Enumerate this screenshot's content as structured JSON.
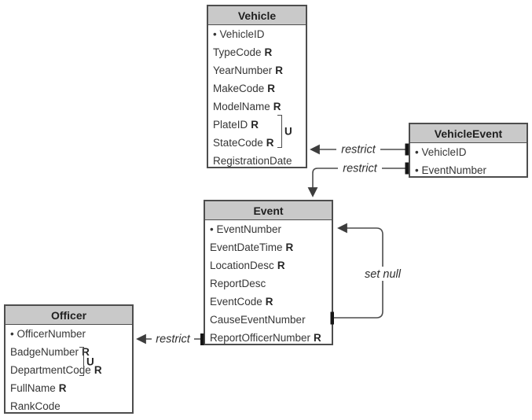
{
  "entities": {
    "vehicle": {
      "title": "Vehicle",
      "unique_label": "U",
      "attributes": [
        {
          "prefix": "• ",
          "name": "VehicleID",
          "flag": ""
        },
        {
          "prefix": "",
          "name": "TypeCode",
          "flag": "R"
        },
        {
          "prefix": "",
          "name": "YearNumber",
          "flag": "R"
        },
        {
          "prefix": "",
          "name": "MakeCode",
          "flag": "R"
        },
        {
          "prefix": "",
          "name": "ModelName",
          "flag": "R"
        },
        {
          "prefix": "",
          "name": "PlateID",
          "flag": "R"
        },
        {
          "prefix": "",
          "name": "StateCode",
          "flag": "R"
        },
        {
          "prefix": "",
          "name": "RegistrationDate",
          "flag": ""
        }
      ]
    },
    "vehicle_event": {
      "title": "VehicleEvent",
      "attributes": [
        {
          "prefix": "• ",
          "name": "VehicleID",
          "flag": ""
        },
        {
          "prefix": "• ",
          "name": "EventNumber",
          "flag": ""
        }
      ]
    },
    "event": {
      "title": "Event",
      "attributes": [
        {
          "prefix": "• ",
          "name": "EventNumber",
          "flag": ""
        },
        {
          "prefix": "",
          "name": "EventDateTime",
          "flag": "R"
        },
        {
          "prefix": "",
          "name": "LocationDesc",
          "flag": "R"
        },
        {
          "prefix": "",
          "name": "ReportDesc",
          "flag": ""
        },
        {
          "prefix": "",
          "name": "EventCode",
          "flag": "R"
        },
        {
          "prefix": "",
          "name": "CauseEventNumber",
          "flag": ""
        },
        {
          "prefix": "",
          "name": "ReportOfficerNumber",
          "flag": "R"
        }
      ]
    },
    "officer": {
      "title": "Officer",
      "unique_label": "U",
      "attributes": [
        {
          "prefix": "• ",
          "name": "OfficerNumber",
          "flag": ""
        },
        {
          "prefix": "",
          "name": "BadgeNumber",
          "flag": "R"
        },
        {
          "prefix": "",
          "name": "DepartmentCode",
          "flag": "R"
        },
        {
          "prefix": "",
          "name": "FullName",
          "flag": "R"
        },
        {
          "prefix": "",
          "name": "RankCode",
          "flag": ""
        }
      ]
    }
  },
  "relationships": [
    {
      "label": "restrict",
      "from": "VehicleEvent.VehicleID",
      "to": "Vehicle"
    },
    {
      "label": "restrict",
      "from": "VehicleEvent.EventNumber",
      "to": "Event"
    },
    {
      "label": "restrict",
      "from": "Event.ReportOfficerNumber",
      "to": "Officer"
    },
    {
      "label": "set null",
      "from": "Event.CauseEventNumber",
      "to": "Event.EventNumber"
    }
  ],
  "colors": {
    "header_fill": "#c9c9c9",
    "border": "#4d4d4d",
    "line": "#4d4d4d",
    "text": "#363636",
    "background": "#ffffff"
  }
}
